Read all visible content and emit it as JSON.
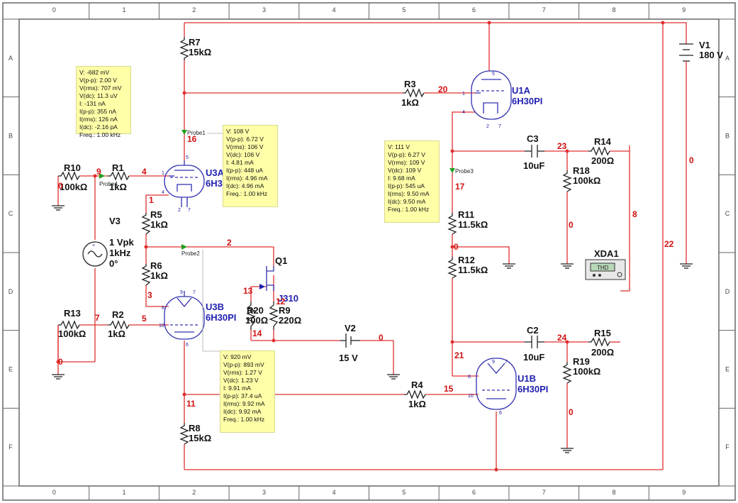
{
  "border": {
    "columns": [
      "0",
      "1",
      "2",
      "3",
      "4",
      "5",
      "6",
      "7",
      "8",
      "9"
    ],
    "rows": [
      "A",
      "B",
      "C",
      "D",
      "E",
      "F"
    ]
  },
  "components": {
    "R7": {
      "name": "R7",
      "value": "15kΩ"
    },
    "R3": {
      "name": "R3",
      "value": "1kΩ"
    },
    "R10": {
      "name": "R10",
      "value": "100kΩ"
    },
    "R1": {
      "name": "R1",
      "value": "1kΩ"
    },
    "R5": {
      "name": "R5",
      "value": "1kΩ"
    },
    "R6": {
      "name": "R6",
      "value": "1kΩ"
    },
    "R13": {
      "name": "R13",
      "value": "100kΩ"
    },
    "R2": {
      "name": "R2",
      "value": "1kΩ"
    },
    "R20": {
      "name": "R20",
      "value": "100Ω"
    },
    "R9": {
      "name": "R9",
      "value": "220Ω"
    },
    "R8": {
      "name": "R8",
      "value": "15kΩ"
    },
    "R4": {
      "name": "R4",
      "value": "1kΩ"
    },
    "R11": {
      "name": "R11",
      "value": "11.5kΩ"
    },
    "R12": {
      "name": "R12",
      "value": "11.5kΩ"
    },
    "R14": {
      "name": "R14",
      "value": "200Ω"
    },
    "R18": {
      "name": "R18",
      "value": "100kΩ"
    },
    "R15": {
      "name": "R15",
      "value": "200Ω"
    },
    "R19": {
      "name": "R19",
      "value": "100kΩ"
    },
    "C3": {
      "name": "C3",
      "value": "10uF"
    },
    "C2": {
      "name": "C2",
      "value": "10uF"
    },
    "V1": {
      "name": "V1",
      "value": "180 V"
    },
    "V2": {
      "name": "V2",
      "value": "15 V"
    },
    "V3": {
      "name": "V3",
      "amp": "1 Vpk",
      "freq": "1kHz",
      "phase": "0°"
    },
    "Q1": {
      "name": "Q1",
      "part": "J310"
    },
    "XDA1": {
      "name": "XDA1",
      "label": "THD"
    },
    "U3A": {
      "name": "U3A",
      "part": "6H3"
    },
    "U3B": {
      "name": "U3B",
      "part": "6H30PI"
    },
    "U1A": {
      "name": "U1A",
      "part": "6H30PI"
    },
    "U1B": {
      "name": "U1B",
      "part": "6H30PI"
    }
  },
  "nodes": {
    "n16": "16",
    "n20": "20",
    "n9": "9",
    "n4": "4",
    "n1": "1",
    "n2": "2",
    "n3": "3",
    "n13": "13",
    "n12": "12",
    "n14": "14",
    "n7": "7",
    "n5": "5",
    "n0a": "0",
    "n0b": "0",
    "n0c": "0",
    "n0d": "0",
    "n0e": "0",
    "n0f": "0",
    "n0g": "0",
    "n11": "11",
    "n15": "15",
    "n17": "17",
    "n21": "21",
    "n23": "23",
    "n24": "24",
    "n8": "8",
    "n22": "22"
  },
  "probes": {
    "probe1": "Probe1",
    "probe2": "Probe2",
    "probe3": "Probe3",
    "probe4": "Probe4"
  },
  "readouts": {
    "probe4": [
      "V: -682 mV",
      "V(p-p): 2.00 V",
      "V(rms): 707 mV",
      "V(dc): 11.3 uV",
      "I: -131 nA",
      "I(p-p): 355 nA",
      "I(rms): 126 nA",
      "I(dc): -2.16 pA",
      "Freq.: 1.00 kHz"
    ],
    "probe1": [
      "V: 108 V",
      "V(p-p): 6.72 V",
      "V(rms): 106 V",
      "V(dc): 106 V",
      "I: 4.81 mA",
      "I(p-p): 448 uA",
      "I(rms): 4.96 mA",
      "I(dc): 4.96 mA",
      "Freq.: 1.00 kHz"
    ],
    "probe3": [
      "V: 111 V",
      "V(p-p): 6.27 V",
      "V(rms): 109 V",
      "V(dc): 109 V",
      "I: 9.68 mA",
      "I(p-p): 545 uA",
      "I(rms): 9.50 mA",
      "I(dc): 9.50 mA",
      "Freq.: 1.00 kHz"
    ],
    "probe2": [
      "V: 920 mV",
      "V(p-p): 893 mV",
      "V(rms): 1.27 V",
      "V(dc): 1.23 V",
      "I: 9.91 mA",
      "I(p-p): 37.4 uA",
      "I(rms): 9.92 mA",
      "I(dc): 9.92 mA",
      "Freq.: 1.00 kHz"
    ]
  },
  "colors": {
    "wire": "#e03030",
    "node": "#d01010",
    "tube": "#2020b0",
    "readout_bg": "#ffffa8",
    "probe": "#20a020"
  }
}
